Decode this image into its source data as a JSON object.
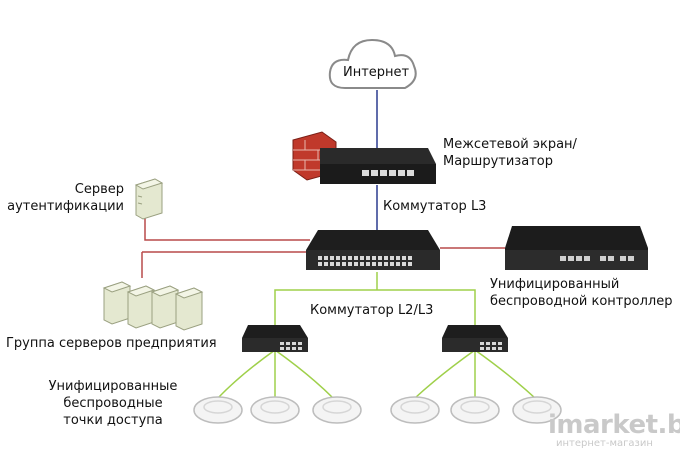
{
  "diagram": {
    "internet_label": "Интернет",
    "firewall_label_line1": "Межсетевой экран/",
    "firewall_label_line2": "Маршрутизатор",
    "l3_switch_label": "Коммутатор L3",
    "auth_server_line1": "Сервер",
    "auth_server_line2": "аутентификации",
    "wireless_controller_line1": "Унифицированный",
    "wireless_controller_line2": "беспроводной контроллер",
    "l2l3_switch_label": "Коммутатор L2/L3",
    "server_group_label": "Группа серверов предприятия",
    "access_points_line1": "Унифицированные",
    "access_points_line2": "беспроводные",
    "access_points_line3": "точки доступа"
  },
  "watermark": {
    "brand": "imarket.by",
    "tagline": "интернет-магазин"
  },
  "colors": {
    "wan_link": "#2b3a8f",
    "core_link": "#b94a4a",
    "access_link": "#9fd04a",
    "firewall_brick": "#c0392b"
  }
}
